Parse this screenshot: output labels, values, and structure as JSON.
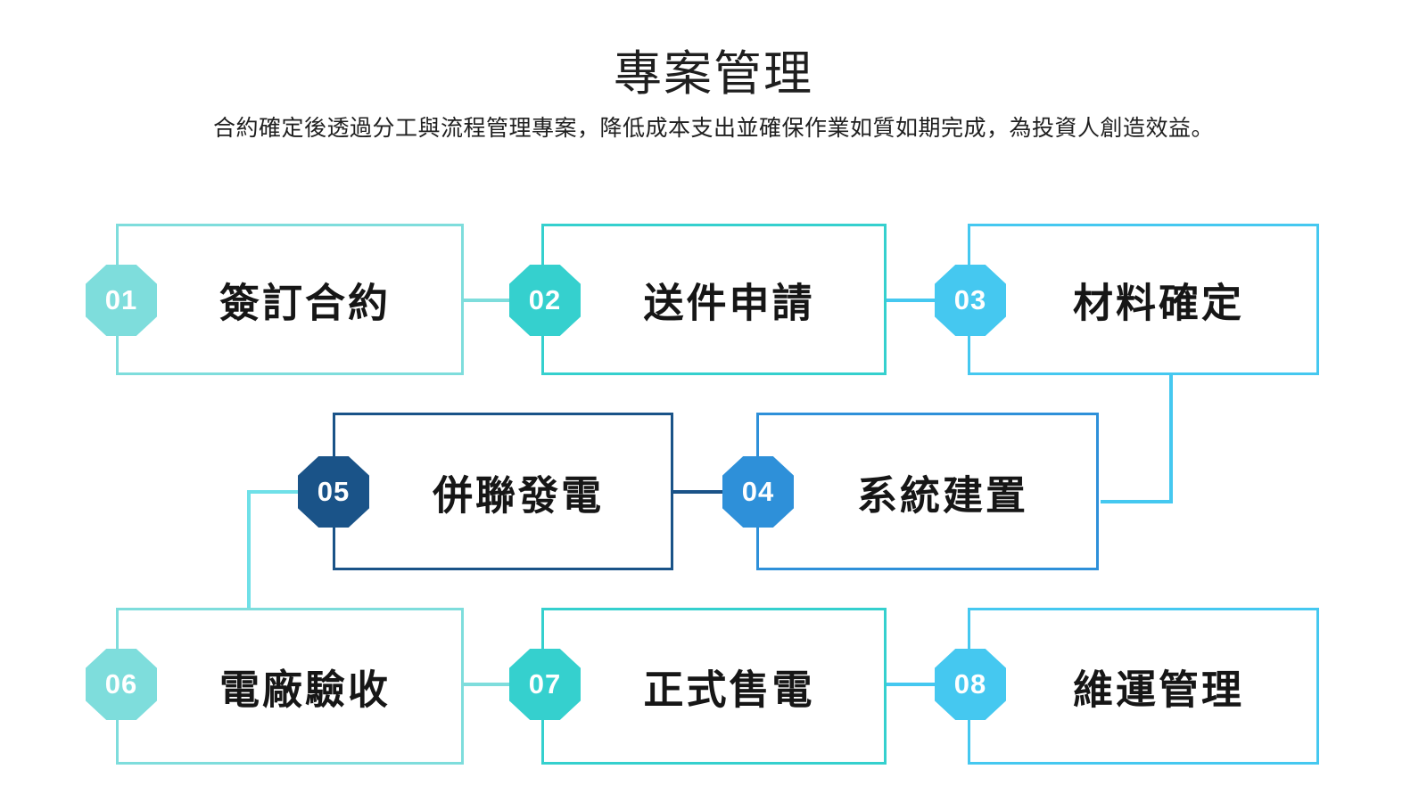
{
  "header": {
    "title": "專案管理",
    "subtitle": "合約確定後透過分工與流程管理專案，降低成本支出並確保作業如質如期完成，為投資人創造效益。"
  },
  "palette": {
    "step01": "#7EDDDC",
    "step02": "#35D0CE",
    "step03": "#45C8F0",
    "step04": "#2E90D9",
    "step05": "#1A5388",
    "step06": "#7EDDDC",
    "step07": "#35D0CE",
    "step08": "#45C8F0",
    "text": "#161616",
    "background": "#FFFFFF"
  },
  "flow": {
    "type": "process-flow",
    "direction": "serpentine",
    "steps": [
      {
        "number": "01",
        "label": "簽訂合約",
        "color": "#7EDDDC",
        "row": 1
      },
      {
        "number": "02",
        "label": "送件申請",
        "color": "#35D0CE",
        "row": 1
      },
      {
        "number": "03",
        "label": "材料確定",
        "color": "#45C8F0",
        "row": 1
      },
      {
        "number": "04",
        "label": "系統建置",
        "color": "#2E90D9",
        "row": 2
      },
      {
        "number": "05",
        "label": "併聯發電",
        "color": "#1A5388",
        "row": 2
      },
      {
        "number": "06",
        "label": "電廠驗收",
        "color": "#7EDDDC",
        "row": 3
      },
      {
        "number": "07",
        "label": "正式售電",
        "color": "#35D0CE",
        "row": 3
      },
      {
        "number": "08",
        "label": "維運管理",
        "color": "#45C8F0",
        "row": 3
      }
    ]
  }
}
